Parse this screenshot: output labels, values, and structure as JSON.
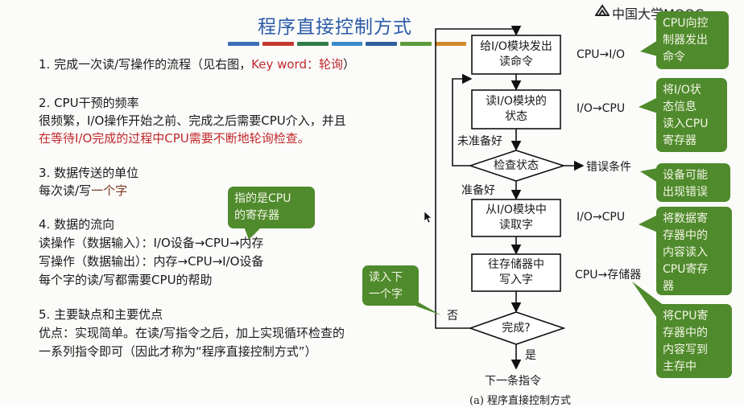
{
  "title": "程序直接控制方式",
  "watermark": "中国大学MOOC",
  "colors": {
    "stripes": [
      "#3b6fb6",
      "#c23a2f",
      "#2f7d4a",
      "#3a8ac9",
      "#2e5e9e",
      "#5a9b3a",
      "#d18a2a"
    ]
  },
  "points": {
    "p1": {
      "prefix": "1. 完成一次读/写操作的流程（见右图，",
      "kw": "Key word：轮询",
      "suffix": "）"
    },
    "p2": {
      "head": "2. CPU干预的频率",
      "line1": "很频繁，I/O操作开始之前、完成之后需要CPU介入，并且",
      "line2": "在等待I/O完成的过程中CPU需要不断地轮询检查。"
    },
    "p3": {
      "head": "3. 数据传送的单位",
      "line_prefix": "每次读/写",
      "line_hl": "一个字"
    },
    "p4": {
      "head": "4. 数据的流向",
      "read": "读操作（数据输入）：I/O设备→CPU→内存",
      "write": "写操作（数据输出）：内存→CPU→I/O设备",
      "each": "每个字的读/写都需要CPU的帮助"
    },
    "p5": {
      "head": "5. 主要缺点和主要优点",
      "line1": "优点：实现简单。在读/写指令之后，加上实现循环检查的",
      "line2": "一系列指令即可（因此才称为“程序直接控制方式”）"
    }
  },
  "flow": {
    "boxes": {
      "b1": "给I/O模块发出\n读命令",
      "b2": "读I/O模块的\n状态",
      "d1": "检查状态",
      "b3": "从I/O模块中\n读取字",
      "b4": "往存储器中\n写入字",
      "d2": "完成?"
    },
    "side": {
      "s1": "CPU→I/O",
      "s2": "I/O→CPU",
      "s3": "错误条件",
      "s4": "I/O→CPU",
      "s5": "CPU→存储器"
    },
    "notes": {
      "not_ready": "未准备好",
      "ready": "准备好",
      "no": "否",
      "yes": "是",
      "next": "下一条指令"
    },
    "caption": "(a) 程序直接控制方式"
  },
  "bubbles": {
    "cpu_reg": "指的是CPU\n的寄存器",
    "read_next": "读入下\n一个字",
    "r1": "CPU向控\n制器发出\n命令",
    "r2": "将I/O状\n态信息\n读入CPU\n寄存器",
    "r3": "设备可能\n出现错误",
    "r4": "将数据寄\n存器中的\n内容读入\nCPU寄存\n器",
    "r5": "将CPU寄\n存器中的\n内容写到\n主存中"
  }
}
